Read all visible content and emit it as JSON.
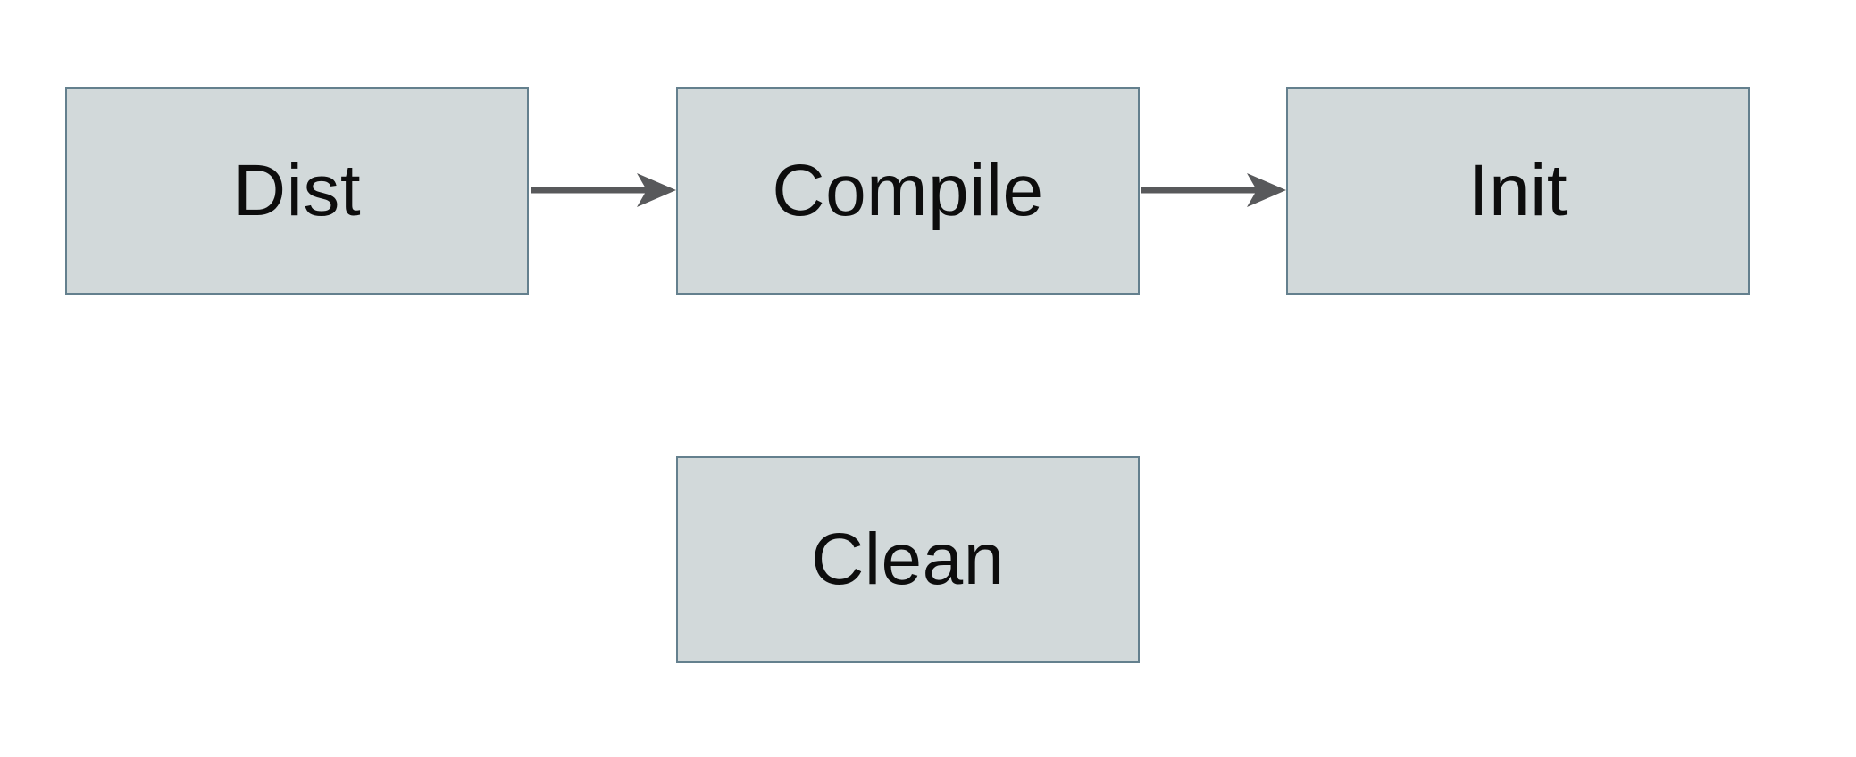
{
  "diagram": {
    "nodes": [
      {
        "id": "dist",
        "label": "Dist"
      },
      {
        "id": "compile",
        "label": "Compile"
      },
      {
        "id": "init",
        "label": "Init"
      },
      {
        "id": "clean",
        "label": "Clean"
      }
    ],
    "edges": [
      {
        "from": "Dist",
        "to": "Compile"
      },
      {
        "from": "Compile",
        "to": "Init"
      }
    ],
    "colors": {
      "background": "#ffffff",
      "node_fill": "#d2d9da",
      "node_border": "#64808e",
      "arrow": "#58595b",
      "text": "#0d0d0d"
    }
  }
}
